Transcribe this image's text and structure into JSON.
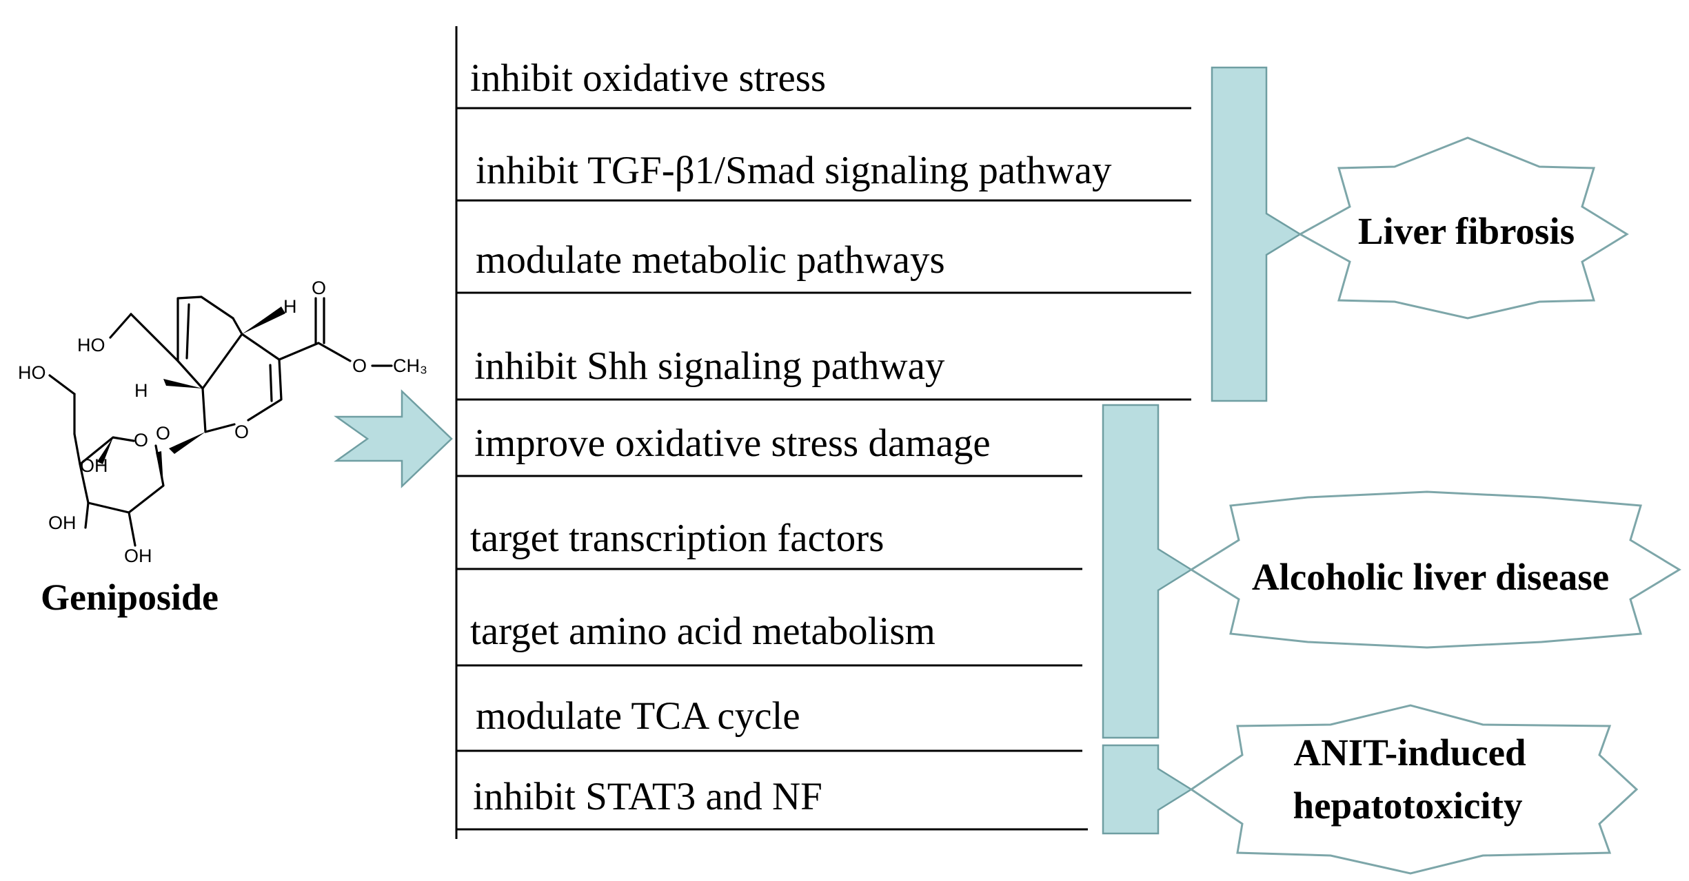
{
  "compound": {
    "name": "Geniposide",
    "atom_labels": {
      "o_carbonyl": "O",
      "o_ester": "O",
      "methyl": "CH₃",
      "h_top": "H",
      "h_left": "H",
      "ho_ch2": "HO",
      "ho_sugar_ch2": "HO",
      "o_glycosidic": "O",
      "o_pyran": "O",
      "o_sugar_ring": "O",
      "oh_1": "OH",
      "oh_2": "OH",
      "oh_3": "OH"
    }
  },
  "mechanisms": [
    "inhibit oxidative stress",
    "inhibit TGF-β1/Smad signaling pathway",
    "modulate metabolic pathways",
    "inhibit Shh signaling pathway",
    "improve oxidative stress damage",
    "target transcription factors",
    "target amino acid metabolism",
    "modulate TCA cycle",
    "inhibit STAT3 and NF"
  ],
  "outcomes": {
    "liver_fibrosis": "Liver fibrosis",
    "alcoholic_liver_disease": "Alcoholic liver disease",
    "anit_line1": "ANIT-induced",
    "anit_line2": "hepatotoxicity"
  },
  "colors": {
    "arrow_fill": "#b9dde0",
    "arrow_stroke": "#6f9ea2",
    "burst_stroke": "#7da6a9"
  }
}
